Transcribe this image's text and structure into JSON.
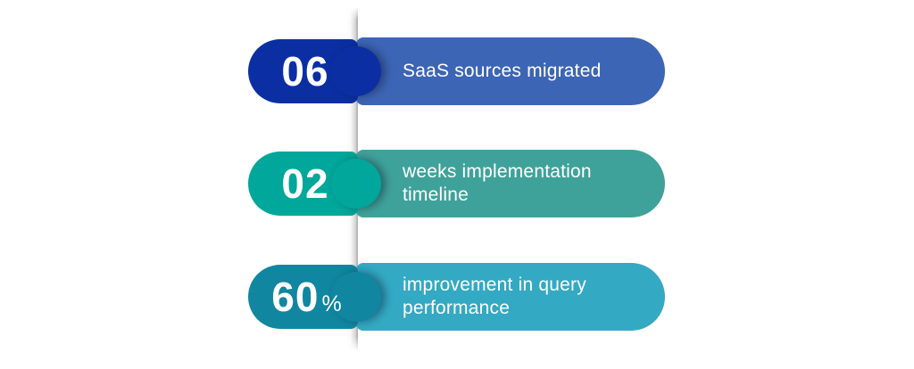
{
  "infographic": {
    "background_color": "#ffffff",
    "divider": {
      "description": "vertical fold shadow line",
      "edge_color": "#a3a3a3"
    },
    "cards": [
      {
        "number": "06",
        "suffix": "",
        "label": "SaaS sources migrated",
        "number_color": "#0B2FA3",
        "label_color": "#3D65B5"
      },
      {
        "number": "02",
        "suffix": "",
        "label": "weeks implementation timeline",
        "number_color": "#00A79A",
        "label_color": "#3FA29A"
      },
      {
        "number": "60",
        "suffix": "%",
        "label": "improvement in query performance",
        "number_color": "#1186A0",
        "label_color": "#34A9C4"
      }
    ]
  }
}
